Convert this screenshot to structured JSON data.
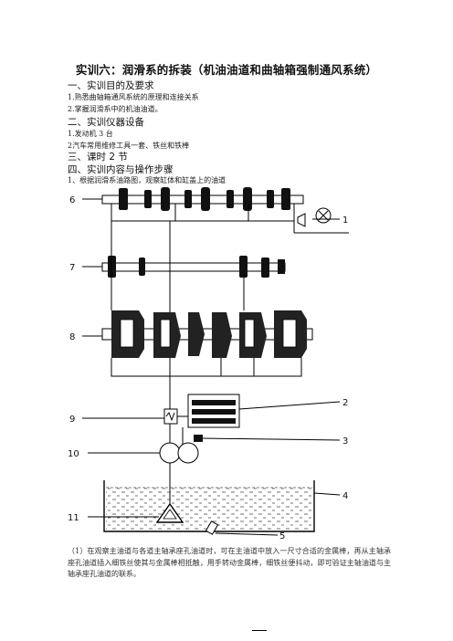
{
  "doc": {
    "title": "实训六：润滑系的拆装（机油油道和曲轴箱强制通风系统）",
    "s1_heading": "一、实训目的及要求",
    "s1_item1": "1.熟悉曲轴箱通风系统的原理和连接关系",
    "s1_item2": "2.掌握润滑系中的机油油道。",
    "s2_heading": "二、实训仪器设备",
    "s2_item1": "1.发动机 3 台",
    "s2_item2": "2汽车常用维修工具一套、铁丝和铁棒",
    "s3_heading": "三、课时 2 节",
    "s4_heading": "四、实训内容与操作步骤",
    "s4_item1": "1、根据润滑系油路图，观察缸体和缸盖上的油道",
    "paragraph": "（1）在观察主油道与各道主轴承座孔油道时，可在主油道中放入一尺寸合适的金属棒，再从主轴承座孔油道插入细铁丝使其与金属棒相抵触，用手转动金属棒，细铁丝便抖动，即可验证主轴油道与主轴承座孔油道的联系。"
  },
  "figure": {
    "labels": {
      "n1": "1",
      "n2": "2",
      "n3": "3",
      "n4": "4",
      "n5": "5",
      "n6": "6",
      "n7": "7",
      "n8": "8",
      "n9": "9",
      "n10": "10",
      "n11": "11"
    }
  }
}
